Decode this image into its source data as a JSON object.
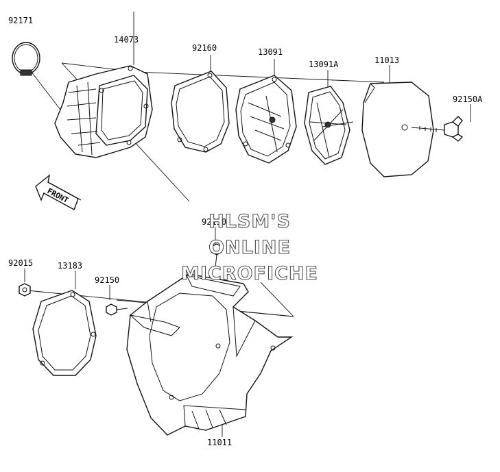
{
  "parts": {
    "p92171": "92171",
    "p14073": "14073",
    "p92160": "92160",
    "p13091": "13091",
    "p13091A": "13091A",
    "p11013": "11013",
    "p92150A": "92150A",
    "p92150_upper": "92150",
    "p92015": "92015",
    "p13183": "13183",
    "p92150_lower": "92150",
    "p11011": "11011"
  },
  "front_label": "FRONT",
  "watermark": {
    "line1": "HLSM'S",
    "line2": "ONLINE",
    "line3": "MICROFICHE"
  }
}
